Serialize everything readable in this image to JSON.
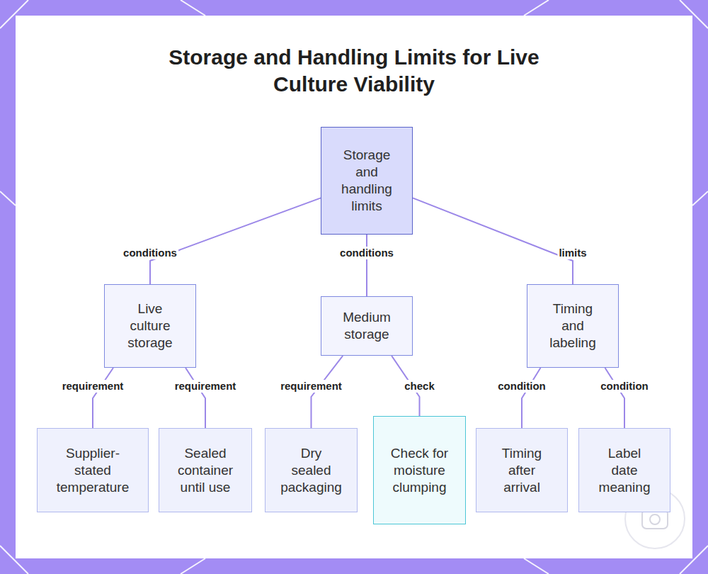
{
  "diagram": {
    "title": "Storage and Handling Limits for Live Culture Viability",
    "nodes": [
      {
        "text": [
          "Storage and handling limits"
        ]
      },
      {
        "text": [
          "Live culture storage"
        ]
      },
      {
        "text": [
          "Medium storage"
        ]
      },
      {
        "text": [
          "Timing and labeling"
        ]
      },
      {
        "text": [
          "Supplier-stated temperature"
        ]
      },
      {
        "text": [
          "Sealed container until use"
        ]
      },
      {
        "text": [
          "Dry sealed packaging"
        ]
      },
      {
        "text": [
          "Check for moisture clumping"
        ]
      },
      {
        "text": [
          "Timing after arrival"
        ]
      },
      {
        "text": [
          "Label date meaning"
        ]
      }
    ],
    "edges": [
      {
        "from": 0,
        "to": 1,
        "label": "conditions",
        "arrow": "none"
      },
      {
        "from": 0,
        "to": 2,
        "label": "conditions",
        "arrow": "none"
      },
      {
        "from": 0,
        "to": 3,
        "label": "limits",
        "arrow": "none"
      },
      {
        "from": 1,
        "to": 4,
        "label": "requirement",
        "arrow": "none"
      },
      {
        "from": 1,
        "to": 5,
        "label": "requirement",
        "arrow": "none"
      },
      {
        "from": 2,
        "to": 6,
        "label": "requirement",
        "arrow": "none"
      },
      {
        "from": 2,
        "to": 7,
        "label": "check",
        "arrow": "none"
      },
      {
        "from": 3,
        "to": 8,
        "label": "condition",
        "arrow": "none"
      },
      {
        "from": 3,
        "to": 9,
        "label": "condition",
        "arrow": "none"
      }
    ]
  }
}
